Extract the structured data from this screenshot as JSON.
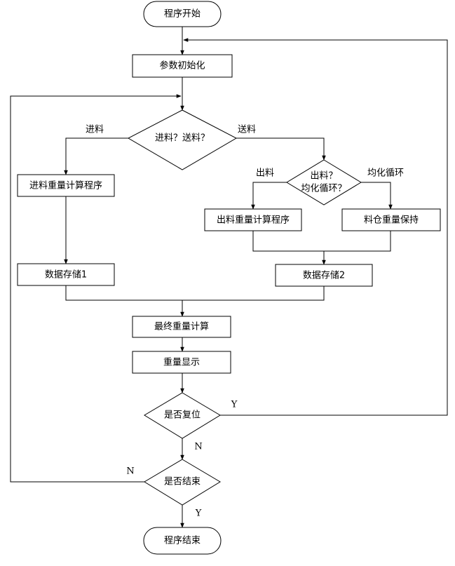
{
  "nodes": {
    "start": "程序开始",
    "init": "参数初始化",
    "decision_feed": "进料？送料？",
    "feed_calc": "进料重量计算程序",
    "store1": "数据存储1",
    "decision_out_line1": "出料？",
    "decision_out_line2": "均化循环？",
    "out_calc": "出料重量计算程序",
    "bin_hold": "料仓重量保持",
    "store2": "数据存储2",
    "final_calc": "最终重量计算",
    "display": "重量显示",
    "reset": "是否复位",
    "end_check": "是否结束",
    "end": "程序结束"
  },
  "labels": {
    "feed": "进料",
    "send": "送料",
    "out": "出料",
    "homogenize": "均化循环",
    "reset_yes": "Y",
    "reset_no": "N",
    "end_no": "N",
    "end_yes": "Y"
  }
}
